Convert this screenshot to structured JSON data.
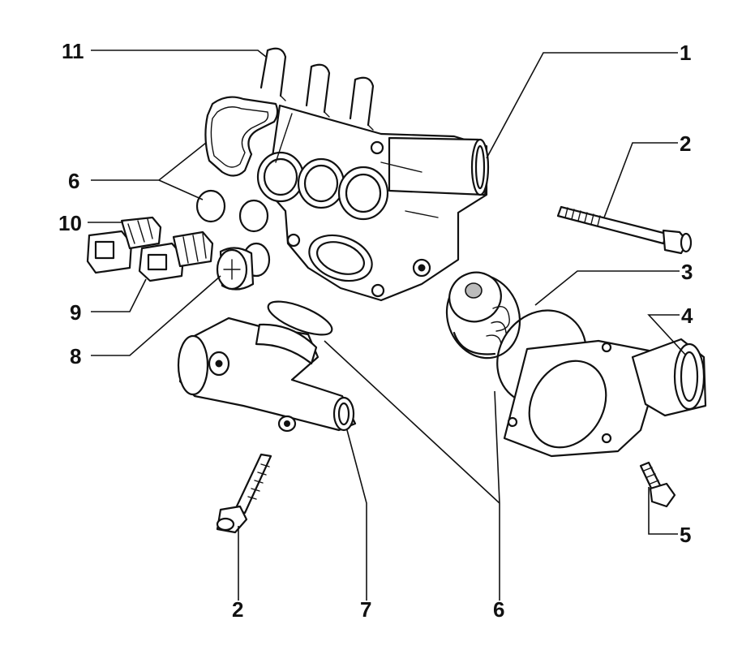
{
  "diagram": {
    "callouts": {
      "c1": "1",
      "c2_top": "2",
      "c2_bottom": "2",
      "c3": "3",
      "c4": "4",
      "c5": "5",
      "c6_left": "6",
      "c6_bottom": "6",
      "c7": "7",
      "c8": "8",
      "c9": "9",
      "c10": "10",
      "c11": "11"
    }
  }
}
